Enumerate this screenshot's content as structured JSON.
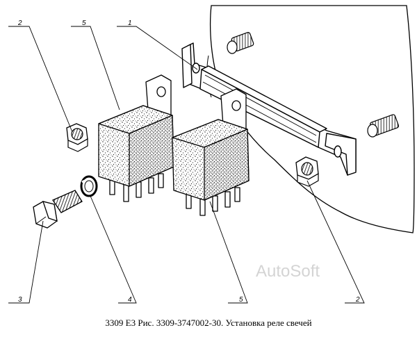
{
  "callouts": [
    {
      "id": "c2a",
      "number": "2"
    },
    {
      "id": "c5a",
      "number": "5"
    },
    {
      "id": "c1",
      "number": "1"
    },
    {
      "id": "c3",
      "number": "3"
    },
    {
      "id": "c4",
      "number": "4"
    },
    {
      "id": "c5b",
      "number": "5"
    },
    {
      "id": "c2b",
      "number": "2"
    }
  ],
  "watermark": "AutoSoft",
  "caption": "3309 Е3  Рис. 3309-3747002-30. Установка реле свечей"
}
